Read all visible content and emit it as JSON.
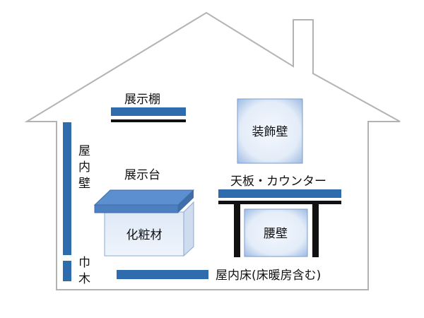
{
  "labels": {
    "display_shelf": "展示棚",
    "decorative_wall": "装飾壁",
    "interior_wall": [
      "屋",
      "内",
      "壁"
    ],
    "display_stand": "展示台",
    "countertop": "天板・カウンター",
    "veneer": "化粧材",
    "wainscot": "腰壁",
    "baseboard": [
      "巾",
      "木"
    ],
    "interior_floor": "屋内床(床暖房含む)"
  },
  "colors": {
    "outline": "#b3b3b3",
    "blue_bar": "#2f6cae",
    "black_bar": "#111111",
    "panel_light": "#eef4fc",
    "panel_edge": "#6f93c3",
    "panel_glow": "#a9c3e6",
    "stand_top": "#5b8fd0"
  }
}
